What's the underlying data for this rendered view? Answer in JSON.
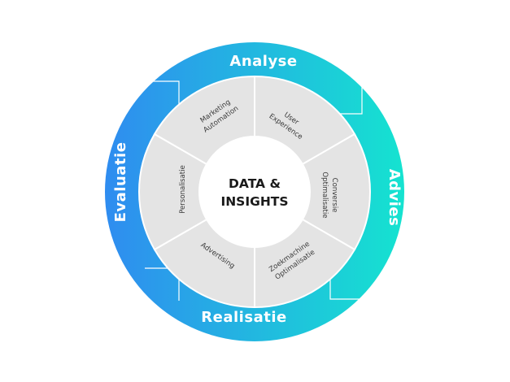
{
  "diagram": {
    "center": {
      "lines": [
        "DATA &",
        "INSIGHTS"
      ]
    },
    "phases": [
      {
        "key": "analyse",
        "label": "Analyse"
      },
      {
        "key": "advies",
        "label": "Advies"
      },
      {
        "key": "realisatie",
        "label": "Realisatie"
      },
      {
        "key": "evaluatie",
        "label": "Evaluatie"
      }
    ],
    "segments": [
      {
        "key": "user-experience",
        "lines": [
          "User",
          "Experience"
        ]
      },
      {
        "key": "conversie-optimalisatie",
        "lines": [
          "Conversie",
          "Optimalisatie"
        ]
      },
      {
        "key": "zoekmachine-optimalisatie",
        "lines": [
          "Zoekmachine",
          "Optimalisatie"
        ]
      },
      {
        "key": "advertising",
        "lines": [
          "Advertising"
        ]
      },
      {
        "key": "personalisatie",
        "lines": [
          "Personalisatie"
        ]
      },
      {
        "key": "marketing-automation",
        "lines": [
          "Marketing",
          "Automation"
        ]
      }
    ],
    "colors": {
      "gradient_start": "#2f8cf0",
      "gradient_end": "#15e3d0",
      "segment_fill": "#e4e4e4",
      "segment_divider": "#ffffff",
      "center_fill": "#ffffff"
    }
  }
}
